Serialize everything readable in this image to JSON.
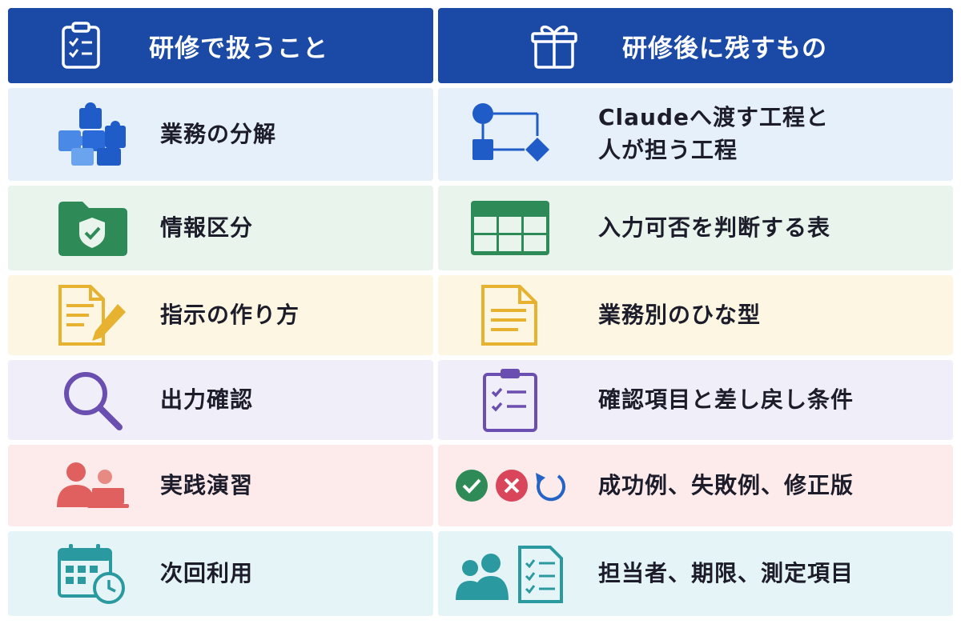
{
  "header": {
    "left_title": "研修で扱うこと",
    "right_title": "研修後に残すもの"
  },
  "rows": [
    {
      "left": {
        "label": "業務の分解",
        "icon": "puzzle-pieces-icon"
      },
      "right": {
        "label_lines": [
          "Claudeへ渡す工程と",
          "人が担う工程"
        ],
        "icon": "flowchart-icon"
      },
      "bg": "#e6f0fa",
      "accent": "#1f5cc7"
    },
    {
      "left": {
        "label": "情報区分",
        "icon": "folder-shield-icon"
      },
      "right": {
        "label": "入力可否を判断する表",
        "icon": "table-icon"
      },
      "bg": "#e8f4ec",
      "accent": "#2e8b57"
    },
    {
      "left": {
        "label": "指示の作り方",
        "icon": "document-pencil-icon"
      },
      "right": {
        "label": "業務別のひな型",
        "icon": "document-icon"
      },
      "bg": "#fdf6e3",
      "accent": "#e6b230"
    },
    {
      "left": {
        "label": "出力確認",
        "icon": "magnifier-icon"
      },
      "right": {
        "label": "確認項目と差し戻し条件",
        "icon": "checklist-clipboard-icon"
      },
      "bg": "#f0eef8",
      "accent": "#6a4fb0"
    },
    {
      "left": {
        "label": "実践演習",
        "icon": "people-laptop-icon"
      },
      "right": {
        "label": "成功例、失敗例、修正版",
        "icon": "check-cross-redo-icon"
      },
      "bg": "#fcebea",
      "accent": "#e06060"
    },
    {
      "left": {
        "label": "次回利用",
        "icon": "calendar-clock-icon"
      },
      "right": {
        "label": "担当者、期限、測定項目",
        "icon": "people-checklist-icon"
      },
      "bg": "#e5f4f6",
      "accent": "#2a9aa0"
    }
  ]
}
